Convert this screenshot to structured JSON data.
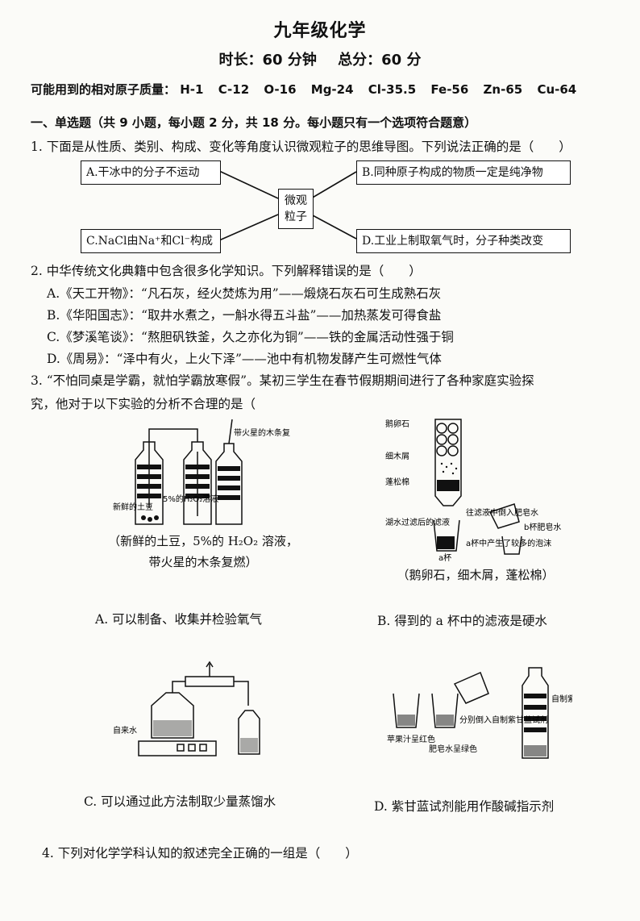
{
  "header": {
    "title": "九年级化学",
    "duration": "时长：60 分钟",
    "total": "总分：60 分"
  },
  "atomic_masses": {
    "label": "可能用到的相对原子质量：",
    "items": [
      "H-1",
      "C-12",
      "O-16",
      "Mg-24",
      "Cl-35.5",
      "Fe-56",
      "Zn-65",
      "Cu-64"
    ]
  },
  "section1": {
    "heading": "一、单选题（共 9 小题，每小题 2 分，共 18 分。每小题只有一个选项符合题意）"
  },
  "q1": {
    "stem": "1. 下面是从性质、类别、构成、变化等角度认识微观粒子的思维导图。下列说法正确的是",
    "paren": "（　　）",
    "center_line1": "微观",
    "center_line2": "粒子",
    "box_a": "A.干冰中的分子不运动",
    "box_b": "B.同种原子构成的物质一定是纯净物",
    "box_c": "C.NaCl由Na⁺和Cl⁻构成",
    "box_d": "D.工业上制取氧气时，分子种类改变"
  },
  "q2": {
    "stem": "2.  中华传统文化典籍中包含很多化学知识。下列解释错误的是（　　）",
    "options": [
      "A.《天工开物》：“凡石灰，经火焚炼为用”——煅烧石灰石可生成熟石灰",
      "B.《华阳国志》：“取井水煮之，一斛水得五斗盐”——加热蒸发可得食盐",
      "C.《梦溪笔谈》：“熬胆矾铁釜，久之亦化为铜”——铁的金属活动性强于铜",
      "D.《周易》：“泽中有火，上火下泽”——池中有机物发酵产生可燃性气体"
    ]
  },
  "q3": {
    "stem_line1": "3. “不怕同桌是学霸，就怕学霸放寒假”。某初三学生在春节假期期间进行了各种家庭实验探",
    "stem_line2": "究，他对于以下实验的分析不合理的是（",
    "fig_a": {
      "labels": [
        "新鲜的土豆",
        "5%的H₂O₂溶液",
        "带火星的木条复燃"
      ],
      "caption1": "（新鲜的土豆，5%的 H₂O₂ 溶液，",
      "caption2": "带火星的木条复燃）",
      "option": "A.  可以制备、收集并检验氧气"
    },
    "fig_b": {
      "labels": [
        "鹅卵石",
        "细木屑",
        "蓬松棉",
        "往滤液中倒入肥皂水",
        "湖水过滤后的滤液",
        "a杯",
        "b杯肥皂水",
        "a杯中产生了较多的泡沫"
      ],
      "caption": "（鹅卵石，细木屑，蓬松棉）",
      "option": "B.  得到的 a 杯中的滤液是硬水"
    },
    "fig_c": {
      "labels": [
        "自来水"
      ],
      "option": "C.  可以通过此方法制取少量蒸馏水"
    },
    "fig_d": {
      "labels": [
        "苹果汁呈红色",
        "肥皂水呈绿色",
        "分别倒入自制紫甘蓝试剂",
        "自制紫甘蓝试剂"
      ],
      "option": "D.  紫甘蓝试剂能用作酸碱指示剂"
    }
  },
  "q4": {
    "stem": "4.  下列对化学学科认知的叙述完全正确的一组是（　　）"
  }
}
